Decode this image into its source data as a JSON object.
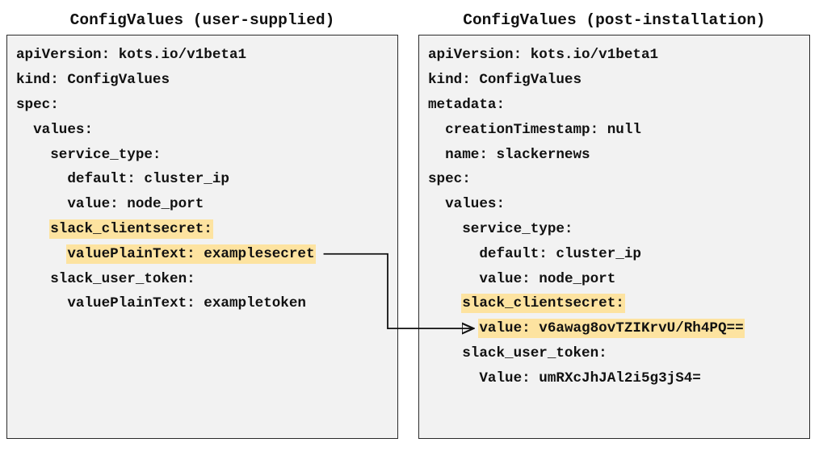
{
  "colors": {
    "panel_background": "#f2f2f2",
    "panel_border": "#2b2b2b",
    "highlight": "#fde3a0",
    "text": "#111111",
    "connector": "#111111"
  },
  "left_panel": {
    "title": "ConfigValues (user-supplied)",
    "lines": [
      {
        "indent": 0,
        "text": "apiVersion: kots.io/v1beta1",
        "highlight": false
      },
      {
        "indent": 0,
        "text": "kind: ConfigValues",
        "highlight": false
      },
      {
        "indent": 0,
        "text": "spec:",
        "highlight": false
      },
      {
        "indent": 1,
        "text": "values:",
        "highlight": false
      },
      {
        "indent": 2,
        "text": "service_type:",
        "highlight": false
      },
      {
        "indent": 3,
        "text": "default: cluster_ip",
        "highlight": false
      },
      {
        "indent": 3,
        "text": "value: node_port",
        "highlight": false
      },
      {
        "indent": 2,
        "text": "slack_clientsecret:",
        "highlight": true
      },
      {
        "indent": 3,
        "text": "valuePlainText: examplesecret",
        "highlight": true
      },
      {
        "indent": 2,
        "text": "slack_user_token:",
        "highlight": false
      },
      {
        "indent": 3,
        "text": "valuePlainText: exampletoken",
        "highlight": false
      }
    ]
  },
  "right_panel": {
    "title": "ConfigValues (post-installation)",
    "lines": [
      {
        "indent": 0,
        "text": "apiVersion: kots.io/v1beta1",
        "highlight": false
      },
      {
        "indent": 0,
        "text": "kind: ConfigValues",
        "highlight": false
      },
      {
        "indent": 0,
        "text": "metadata:",
        "highlight": false
      },
      {
        "indent": 1,
        "text": "creationTimestamp: null",
        "highlight": false
      },
      {
        "indent": 1,
        "text": "name: slackernews",
        "highlight": false
      },
      {
        "indent": 0,
        "text": "spec:",
        "highlight": false
      },
      {
        "indent": 1,
        "text": "values:",
        "highlight": false
      },
      {
        "indent": 2,
        "text": "service_type:",
        "highlight": false
      },
      {
        "indent": 3,
        "text": "default: cluster_ip",
        "highlight": false
      },
      {
        "indent": 3,
        "text": "value: node_port",
        "highlight": false
      },
      {
        "indent": 2,
        "text": "slack_clientsecret:",
        "highlight": true
      },
      {
        "indent": 3,
        "text": "value: v6awag8ovTZIKrvU/Rh4PQ==",
        "highlight": true
      },
      {
        "indent": 2,
        "text": "slack_user_token:",
        "highlight": false
      },
      {
        "indent": 3,
        "text": "Value: umRXcJhJAl2i5g3jS4=",
        "highlight": false
      }
    ]
  },
  "connector": {
    "from_line": "left_panel.lines.8",
    "to_line": "right_panel.lines.11"
  }
}
